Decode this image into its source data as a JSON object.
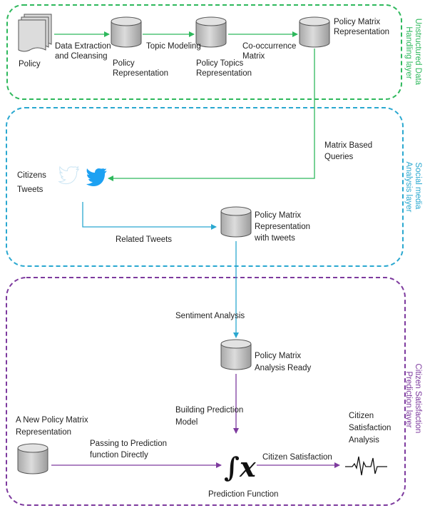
{
  "layers": {
    "unstructured": {
      "line1": "Unstructured Data",
      "line2": "Handling layer",
      "color": "#2eb85c"
    },
    "social": {
      "line1": "Social media",
      "line2": "Analysis layer",
      "color": "#2aa8d0"
    },
    "prediction": {
      "line1": "Citizen Satisfaction",
      "line2": "Prediction layer",
      "color": "#7d3a9e"
    }
  },
  "nodes": {
    "policy": "Policy",
    "policy_representation": [
      "Policy",
      "Representation"
    ],
    "policy_topics_representation": [
      "Policy Topics",
      "Representation"
    ],
    "policy_matrix_representation": [
      "Policy Matrix",
      "Representation"
    ],
    "citizens_tweets": [
      "Citizens",
      "Tweets"
    ],
    "policy_matrix_with_tweets": [
      "Policy Matrix",
      "Representation",
      "with tweets"
    ],
    "policy_matrix_analysis_ready": [
      "Policy Matrix",
      "Analysis Ready"
    ],
    "new_policy_matrix": [
      "A New Policy Matrix",
      "Representation"
    ],
    "prediction_function": "Prediction Function",
    "citizen_satisfaction_analysis": [
      "Citizen",
      "Satisfaction",
      "Analysis"
    ]
  },
  "edges": {
    "data_extraction": [
      "Data Extraction",
      "and Cleansing"
    ],
    "topic_modeling": "Topic Modeling",
    "co_occurrence": [
      "Co-occurrence",
      "Matrix"
    ],
    "matrix_based_queries": [
      "Matrix Based",
      "Queries"
    ],
    "related_tweets": "Related Tweets",
    "sentiment_analysis": "Sentiment Analysis",
    "building_prediction_model": [
      "Building Prediction",
      "Model"
    ],
    "passing_directly": [
      "Passing to Prediction",
      "function Directly"
    ],
    "citizen_satisfaction": "Citizen Satisfaction"
  },
  "colors": {
    "green": "#2eb85c",
    "blue": "#2aa8d0",
    "purple": "#7d3a9e",
    "cylinder_fill": "#c9c9c9",
    "cylinder_stroke": "#555555",
    "twitter_blue": "#1da1f2"
  },
  "icons": {
    "function_symbol": "∫x",
    "twitter": "twitter-bird-icon",
    "heartbeat": "heartbeat-icon"
  }
}
